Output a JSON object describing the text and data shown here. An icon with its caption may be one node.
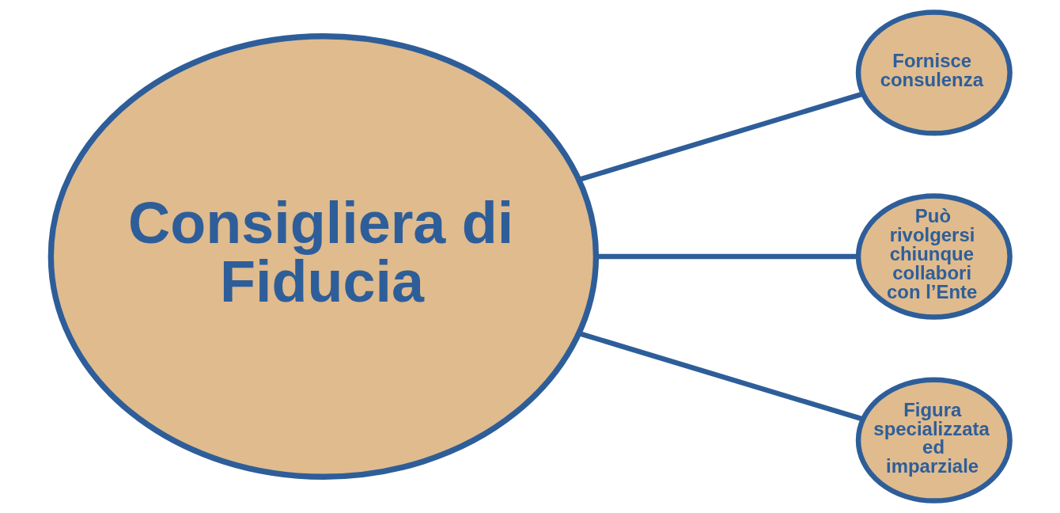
{
  "diagram": {
    "nodes": [
      {
        "text": [
          "Consigliera di Fiducia"
        ]
      },
      {
        "text": [
          "Fornisce consulenza"
        ]
      },
      {
        "text": [
          "Può rivolgersi chiunque collabori con l’Ente"
        ]
      },
      {
        "text": [
          "Figura specializzata ed imparziale"
        ]
      }
    ],
    "edges": [
      {
        "from": 0,
        "to": 1,
        "arrow": "none"
      },
      {
        "from": 0,
        "to": 2,
        "arrow": "none"
      },
      {
        "from": 0,
        "to": 3,
        "arrow": "none"
      }
    ]
  }
}
